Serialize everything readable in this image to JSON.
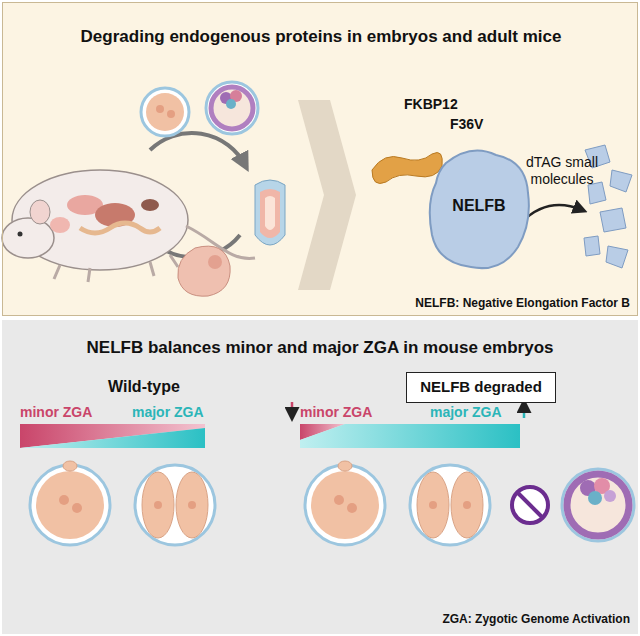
{
  "diagram": {
    "nodes": [
      {
        "text": [
          "Degrading endogenous proteins in embryos and adult mice"
        ]
      },
      {
        "text": [
          "NELFB"
        ],
        "in": 0
      },
      {
        "text": [
          "NELFB balances minor and major ZGA in mouse embryos"
        ]
      },
      {
        "text": [
          "NELFB degraded"
        ],
        "in": 2
      }
    ],
    "edges": [],
    "labels": [
      "FKBP12",
      "F36V",
      "dTAG small molecules",
      "NELFB: Negative Elongation Factor B",
      "Wild-type",
      "minor ZGA",
      "major ZGA",
      "minor ZGA",
      "major ZGA",
      "ZGA: Zygotic Genome Activation"
    ]
  }
}
